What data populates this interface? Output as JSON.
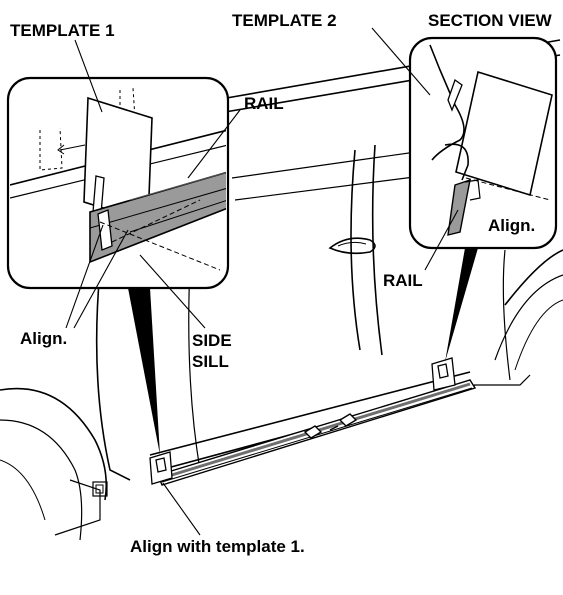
{
  "labels": {
    "template1": "TEMPLATE 1",
    "template2": "TEMPLATE 2",
    "section_view": "SECTION VIEW",
    "rail_detail": "RAIL",
    "rail_section": "RAIL",
    "align_detail": "Align.",
    "align_section": "Align.",
    "side_sill_line1": "SIDE",
    "side_sill_line2": "SILL",
    "align_template": "Align with template 1."
  },
  "colors": {
    "line": "#000000",
    "rail_fill": "#9a9a9a",
    "panel_fill": "#ffffff"
  }
}
